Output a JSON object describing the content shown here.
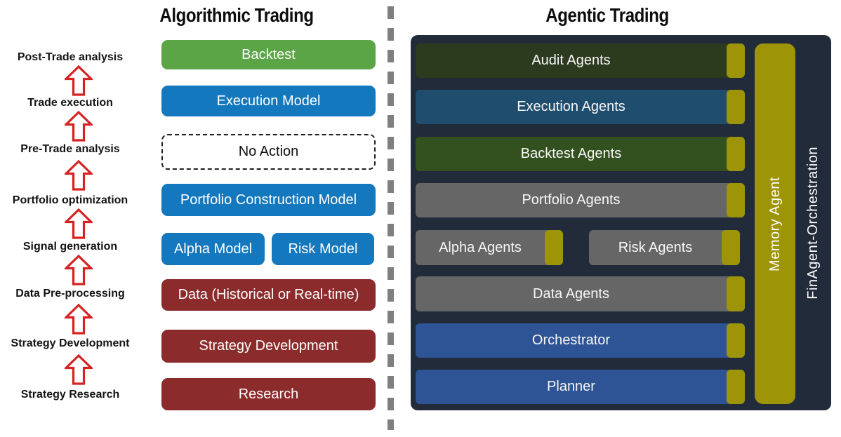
{
  "titles": {
    "left": "Algorithmic Trading",
    "right": "Agentic Trading"
  },
  "left_flow": {
    "steps": [
      "Post-Trade analysis",
      "Trade execution",
      "Pre-Trade analysis",
      "Portfolio optimization",
      "Signal generation",
      "Data Pre-processing",
      "Strategy Development",
      "Strategy Research"
    ],
    "arrow_icon": "up-arrow-icon"
  },
  "middle_pipeline": {
    "boxes": [
      {
        "label": "Backtest",
        "style": "green"
      },
      {
        "label": "Execution Model",
        "style": "blue"
      },
      {
        "label": "No Action",
        "style": "dashed"
      },
      {
        "label": "Portfolio Construction Model",
        "style": "blue"
      },
      {
        "pair": [
          {
            "label": "Alpha Model",
            "style": "blue"
          },
          {
            "label": "Risk Model",
            "style": "blue"
          }
        ]
      },
      {
        "label": "Data (Historical or Real-time)",
        "style": "darkred"
      },
      {
        "label": "Strategy Development",
        "style": "darkred"
      },
      {
        "label": "Research",
        "style": "darkred"
      }
    ]
  },
  "right_panel": {
    "rows": [
      {
        "label": "Audit Agents",
        "style": "olive"
      },
      {
        "label": "Execution Agents",
        "style": "steel"
      },
      {
        "label": "Backtest Agents",
        "style": "green"
      },
      {
        "label": "Portfolio Agents",
        "style": "gray"
      },
      {
        "pair": [
          {
            "label": "Alpha Agents",
            "style": "gray"
          },
          {
            "label": "Risk Agents",
            "style": "gray"
          }
        ]
      },
      {
        "label": "Data Agents",
        "style": "gray"
      },
      {
        "label": "Orchestrator",
        "style": "blue"
      },
      {
        "label": "Planner",
        "style": "blue"
      }
    ],
    "memory_agent_label": "Memory Agent",
    "orchestration_label": "FinAgent-Orchestration"
  },
  "colors": {
    "box_green": "#5BA546",
    "box_blue": "#1478BE",
    "box_darkred": "#8C2B2B",
    "panel_bg": "#222B3A",
    "row_olive": "#2C3A1E",
    "row_steel": "#1F4D6E",
    "row_green": "#33511E",
    "row_gray": "#666666",
    "row_blue": "#2E5496",
    "tab_yellow": "#9E9408",
    "arrow_red": "#D62222",
    "divider_gray": "#7F7F7F"
  }
}
